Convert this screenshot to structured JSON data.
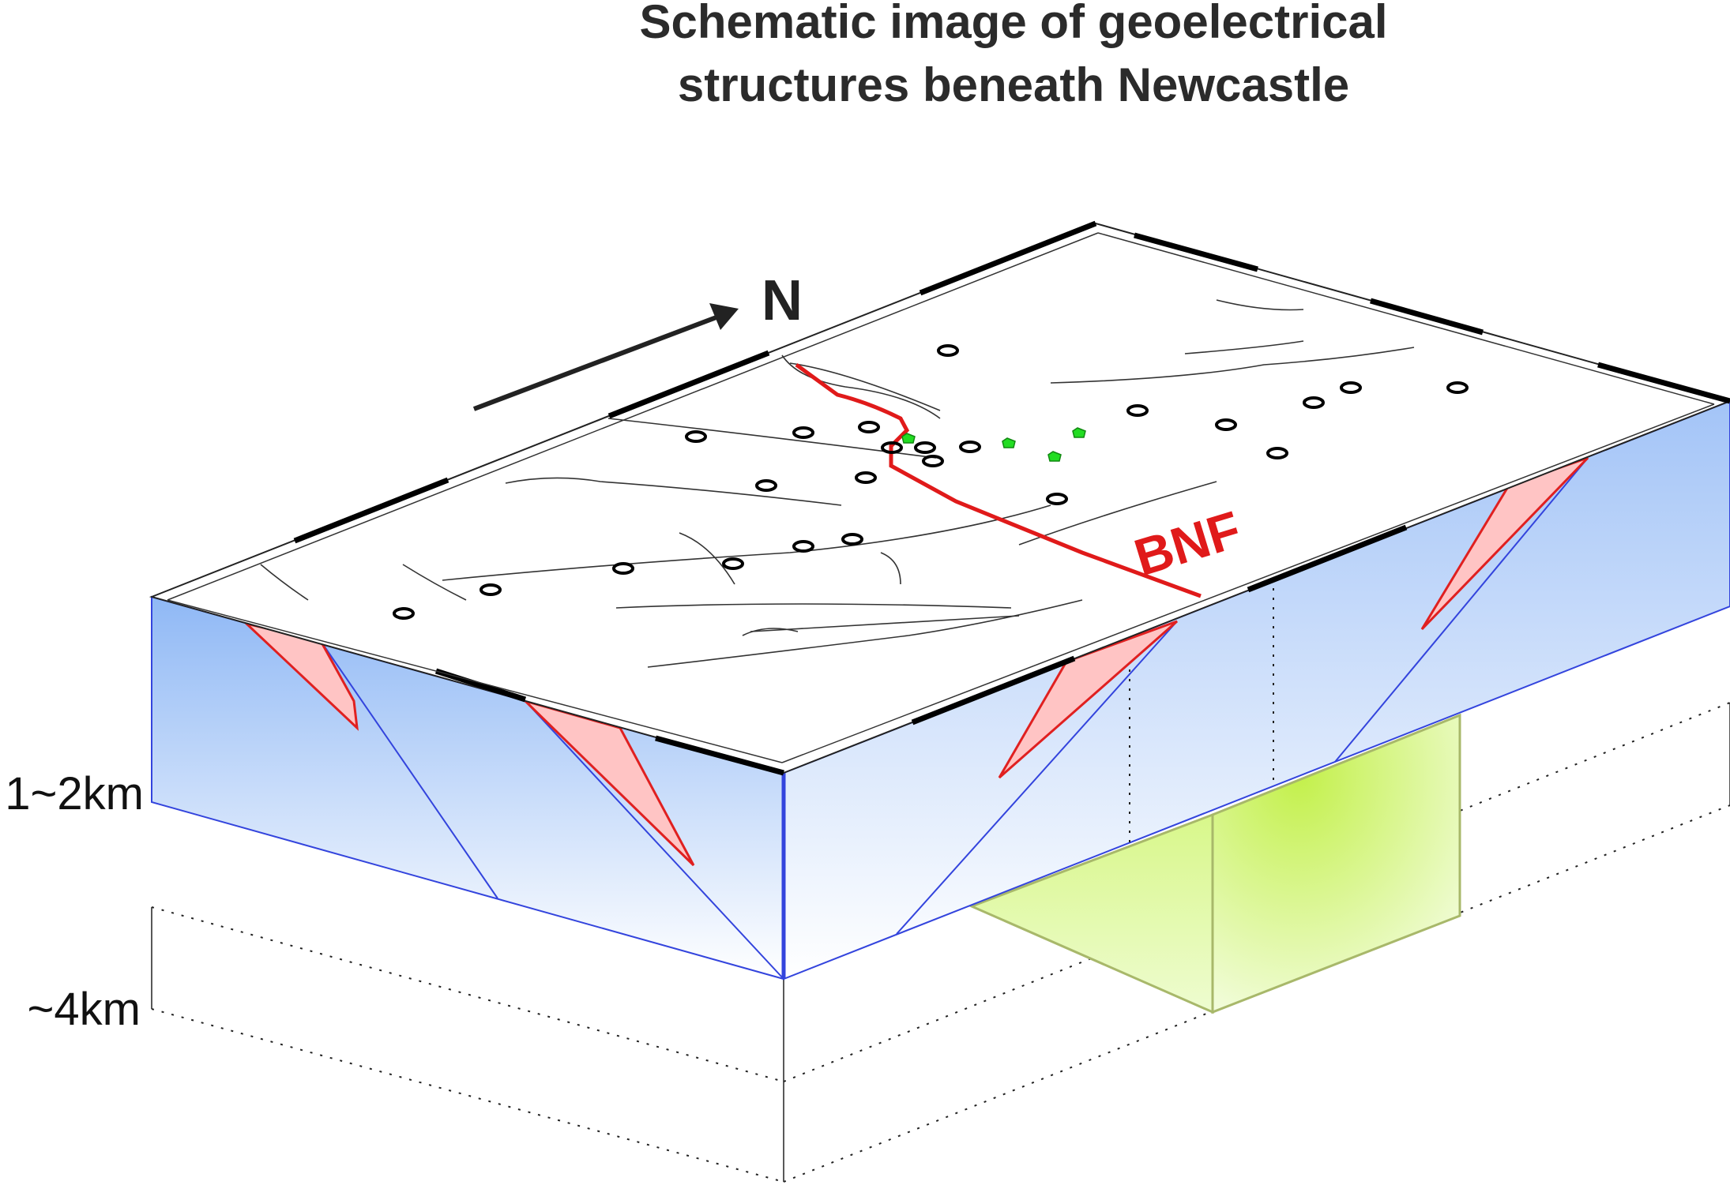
{
  "title": {
    "line1": "Schematic image of geoelectrical",
    "line2": "structures beneath Newcastle"
  },
  "north_label": "N",
  "fault_label": "BNF",
  "depth_labels": {
    "shallow": "1~2km",
    "deep": "~4km"
  },
  "colors": {
    "title": "#2b2b2b",
    "conductive_layer_top": "#8fb8f5",
    "conductive_layer_bottom": "#ffffff",
    "layer_outline": "#3344dd",
    "fault_wedge_fill": "#ffc4c4",
    "fault_wedge_stroke": "#e02020",
    "fault_line": "#e01a1a",
    "deep_body_fill": "#ccf27a",
    "deep_body_stroke": "#a8b86a",
    "station_marker": "#000000",
    "green_marker": "#22dd22"
  },
  "icons": {
    "north_arrow": "arrow-right-icon",
    "station": "ellipse-station-icon",
    "green_site": "green-pentagon-icon"
  }
}
